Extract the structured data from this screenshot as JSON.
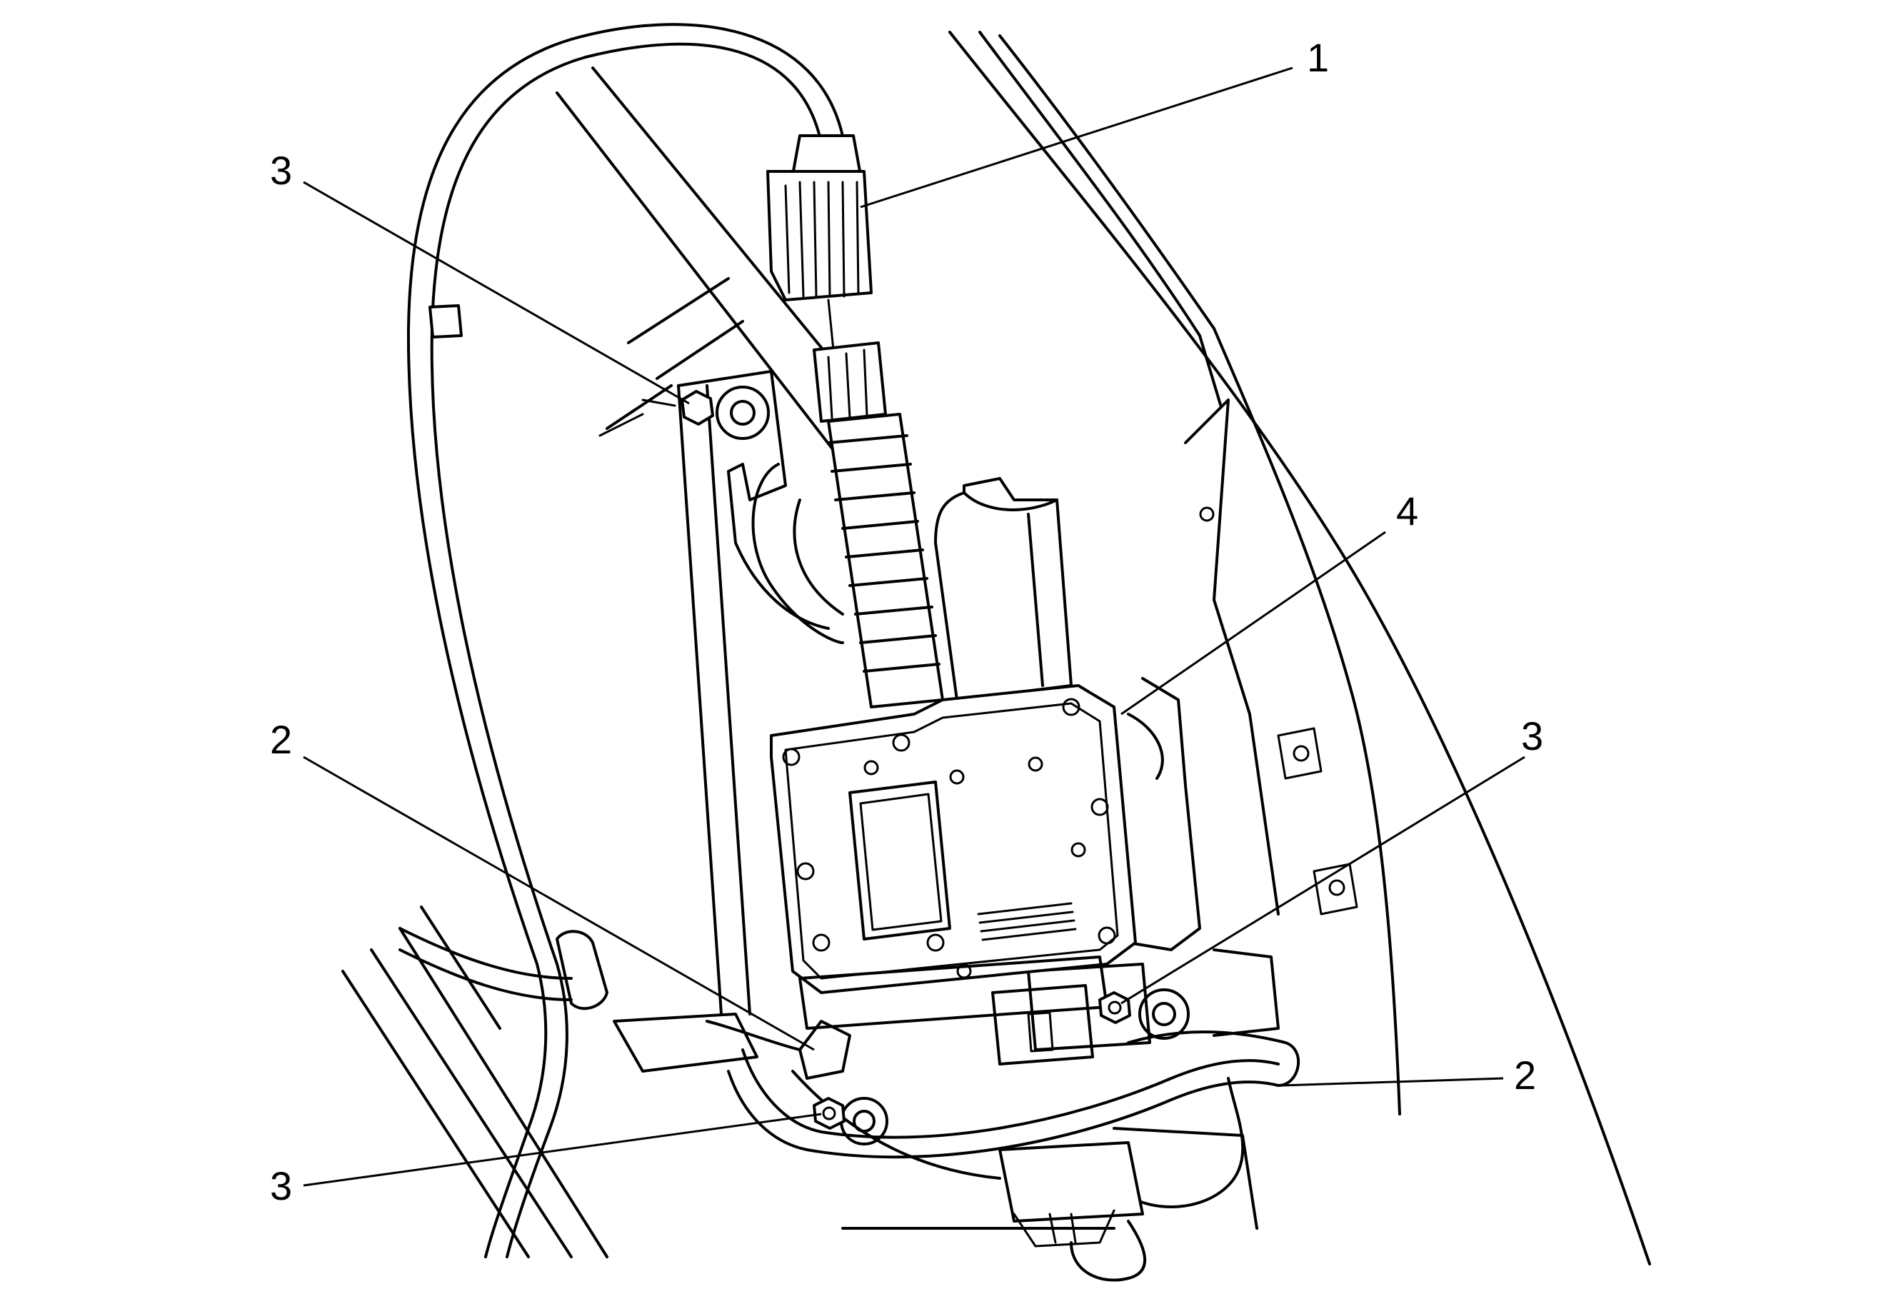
{
  "callouts": [
    {
      "id": "c1",
      "label": "1"
    },
    {
      "id": "c2a",
      "label": "2"
    },
    {
      "id": "c2b",
      "label": "2"
    },
    {
      "id": "c3a",
      "label": "3"
    },
    {
      "id": "c3b",
      "label": "3"
    },
    {
      "id": "c3c",
      "label": "3"
    },
    {
      "id": "c4",
      "label": "4"
    }
  ],
  "colors": {
    "line": "#000000",
    "background": "#ffffff"
  }
}
